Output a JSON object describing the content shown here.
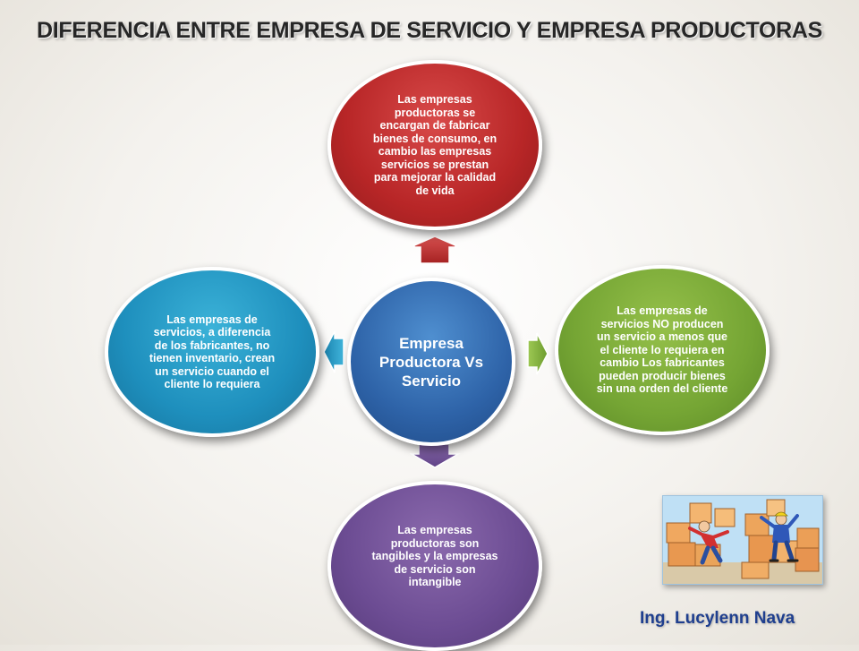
{
  "title": "DIFERENCIA ENTRE EMPRESA DE SERVICIO Y EMPRESA PRODUCTORAS",
  "center": {
    "text": "Empresa Productora Vs Servicio",
    "color": "#2e63a8"
  },
  "nodes": {
    "top": {
      "text": "Las empresas productoras se encargan de fabricar bienes de consumo, en cambio las empresas servicios se prestan para mejorar la calidad de vida",
      "color": "#b82627"
    },
    "right": {
      "text": "Las empresas de servicios NO producen un servicio a menos que el cliente lo requiera en cambio  Los fabricantes pueden producir bienes sin una orden del cliente",
      "color": "#75a534"
    },
    "bottom": {
      "text": "Las empresas productoras son tangibles y la empresas de servicio son intangible",
      "color": "#6c4c93"
    },
    "left": {
      "text": "Las empresas de servicios, a diferencia de los fabricantes, no tienen inventario, crean un servicio cuando el cliente lo requiera",
      "color": "#1e8fbd"
    }
  },
  "author": "Ing. Lucylenn Nava",
  "illustration": {
    "name": "workers-falling-boxes-clipart"
  }
}
